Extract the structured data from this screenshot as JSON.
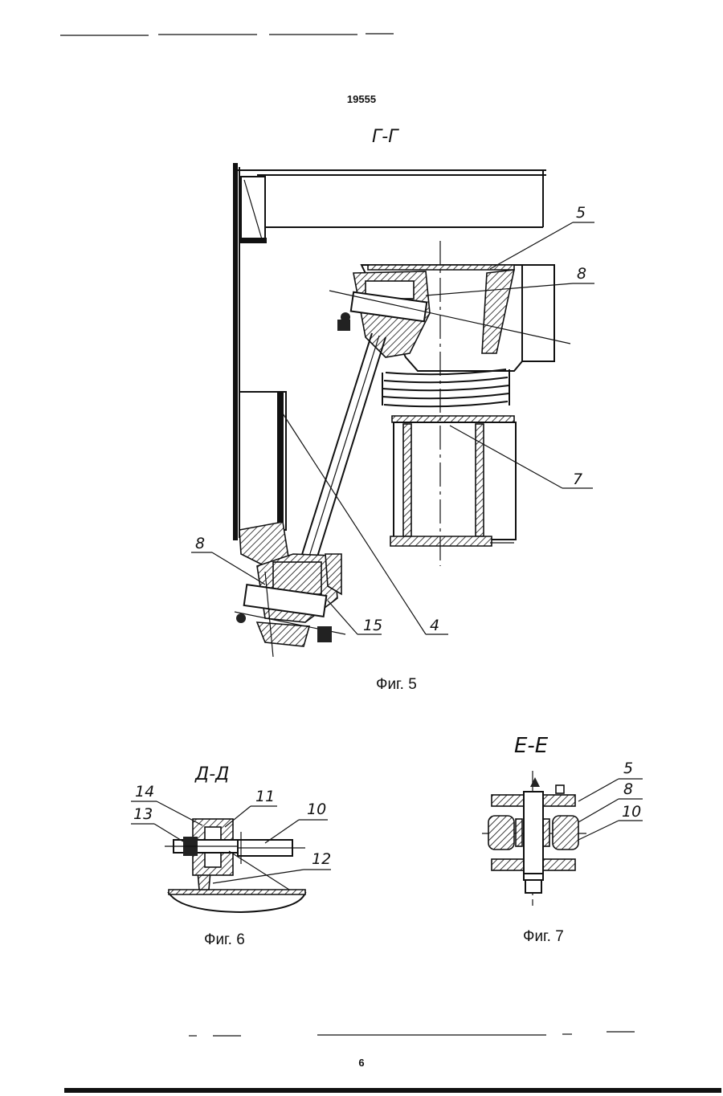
{
  "header": {
    "doc_number": "19555"
  },
  "figure5": {
    "section_label": "Г-Г",
    "caption": "Фиг. 5",
    "callouts": {
      "c5": "5",
      "c8a": "8",
      "c7": "7",
      "c8b": "8",
      "c15": "15",
      "c4": "4"
    }
  },
  "figure6": {
    "section_label": "Д-Д",
    "caption": "Фиг. 6",
    "callouts": {
      "c14": "14",
      "c13": "13",
      "c11": "11",
      "c10": "10",
      "c12": "12"
    }
  },
  "figure7": {
    "section_label": "Е-Е",
    "caption": "Фиг. 7",
    "callouts": {
      "c5": "5",
      "c8": "8",
      "c10": "10"
    }
  },
  "footer": {
    "page_number": "6"
  }
}
